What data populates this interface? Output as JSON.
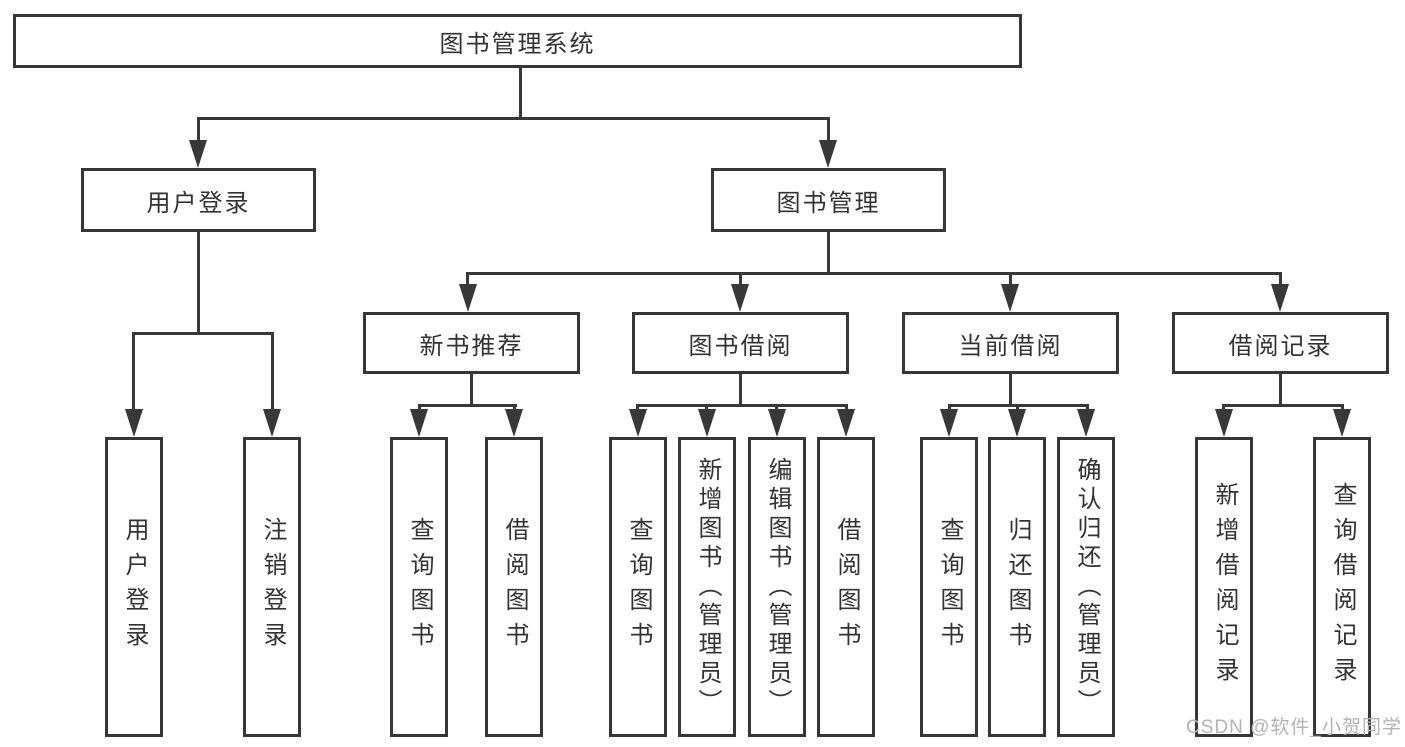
{
  "diagram": {
    "root": {
      "label": "图书管理系统"
    },
    "level2": [
      {
        "label": "用户登录"
      },
      {
        "label": "图书管理"
      }
    ],
    "level3": [
      {
        "label": "新书推荐"
      },
      {
        "label": "图书借阅"
      },
      {
        "label": "当前借阅"
      },
      {
        "label": "借阅记录"
      }
    ],
    "leaves": [
      {
        "label": "用户登录"
      },
      {
        "label": "注销登录"
      },
      {
        "label": "查询图书"
      },
      {
        "label": "借阅图书"
      },
      {
        "label": "查询图书"
      },
      {
        "label": "新增图书（管理员）"
      },
      {
        "label": "编辑图书（管理员）"
      },
      {
        "label": "借阅图书"
      },
      {
        "label": "查询图书"
      },
      {
        "label": "归还图书"
      },
      {
        "label": "确认归还（管理员）"
      },
      {
        "label": "新增借阅记录"
      },
      {
        "label": "查询借阅记录"
      }
    ],
    "colors": {
      "line": "#383838",
      "text": "#333333",
      "watermark": "#b3b3b3"
    },
    "watermark": "CSDN @软件_小贺同学"
  }
}
